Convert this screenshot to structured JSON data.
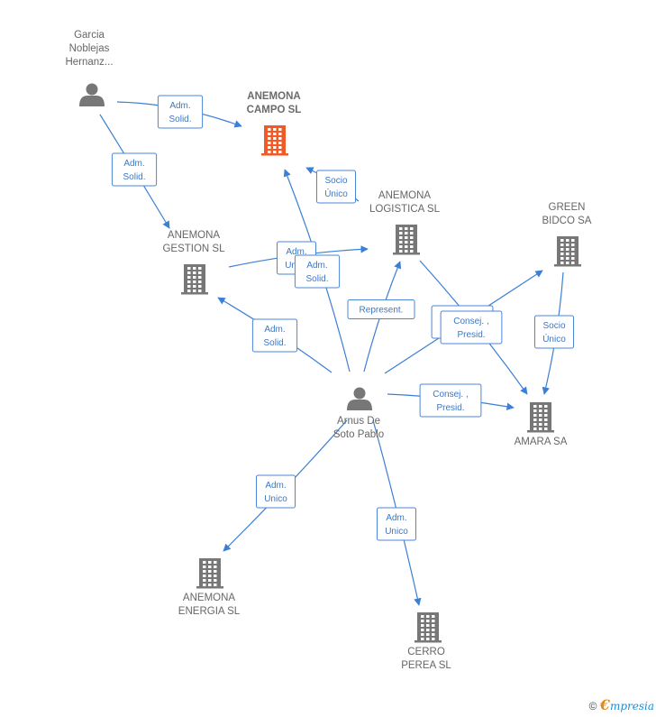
{
  "nodes": {
    "garcia": {
      "type": "person",
      "lines": [
        "Garcia",
        "Noblejas",
        "Hernanz..."
      ],
      "color": "#777777"
    },
    "campo": {
      "type": "company",
      "lines": [
        "ANEMONA",
        "CAMPO  SL"
      ],
      "color": "#f05a28",
      "main": true
    },
    "logistica": {
      "type": "company",
      "lines": [
        "ANEMONA",
        "LOGISTICA  SL"
      ],
      "color": "#777777"
    },
    "green": {
      "type": "company",
      "lines": [
        "GREEN",
        "BIDCO SA"
      ],
      "color": "#777777"
    },
    "gestion": {
      "type": "company",
      "lines": [
        "ANEMONA",
        "GESTION  SL"
      ],
      "color": "#777777"
    },
    "arnus": {
      "type": "person",
      "lines": [
        "Arnus De",
        "Soto Pablo"
      ],
      "color": "#777777"
    },
    "amara": {
      "type": "company",
      "lines": [
        "AMARA SA"
      ],
      "color": "#777777"
    },
    "energia": {
      "type": "company",
      "lines": [
        "ANEMONA",
        "ENERGIA SL"
      ],
      "color": "#777777"
    },
    "cerro": {
      "type": "company",
      "lines": [
        "CERRO",
        "PEREA SL"
      ],
      "color": "#777777"
    }
  },
  "edges": [
    {
      "from": "garcia",
      "to": "campo",
      "lines": [
        "Adm.",
        "Solid."
      ]
    },
    {
      "from": "garcia",
      "to": "gestion",
      "lines": [
        "Adm.",
        "Solid."
      ]
    },
    {
      "from": "logistica",
      "to": "campo",
      "lines": [
        "Socio",
        "Único"
      ]
    },
    {
      "from": "gestion",
      "to": "logistica",
      "lines": [
        "Adm.",
        "Unico"
      ]
    },
    {
      "from": "arnus",
      "to": "campo",
      "lines": [
        "Adm.",
        "Solid."
      ]
    },
    {
      "from": "arnus",
      "to": "gestion",
      "lines": [
        "Adm.",
        "Solid."
      ]
    },
    {
      "from": "arnus",
      "to": "logistica",
      "lines": [
        "Represent."
      ]
    },
    {
      "from": "arnus",
      "to": "green",
      "lines": [
        "Consej. ,",
        "Presid."
      ]
    },
    {
      "from": "logistica",
      "to": "amara",
      "lines": [
        "Consej. ,",
        "Presid."
      ]
    },
    {
      "from": "green",
      "to": "amara",
      "lines": [
        "Socio",
        "Único"
      ]
    },
    {
      "from": "arnus",
      "to": "amara",
      "lines": [
        "Consej. ,",
        "Presid."
      ]
    },
    {
      "from": "arnus",
      "to": "energia",
      "lines": [
        "Adm.",
        "Unico"
      ]
    },
    {
      "from": "arnus",
      "to": "cerro",
      "lines": [
        "Adm.",
        "Unico"
      ]
    }
  ],
  "footer": {
    "copyright": "©",
    "brand_initial": "€",
    "brand_rest": "mpresia"
  }
}
